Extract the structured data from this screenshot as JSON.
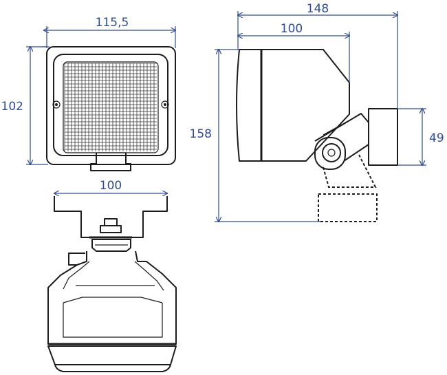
{
  "dimensions": {
    "front_width": "115,5",
    "front_height": "102",
    "bottom_bracket_width": "100",
    "side_total_length": "148",
    "side_housing_length": "100",
    "side_total_height": "158",
    "side_bracket_height": "49"
  },
  "colors": {
    "dimension_lines": "#2e4a9e",
    "drawing_lines": "#1c1c1c",
    "background": "#ffffff"
  }
}
